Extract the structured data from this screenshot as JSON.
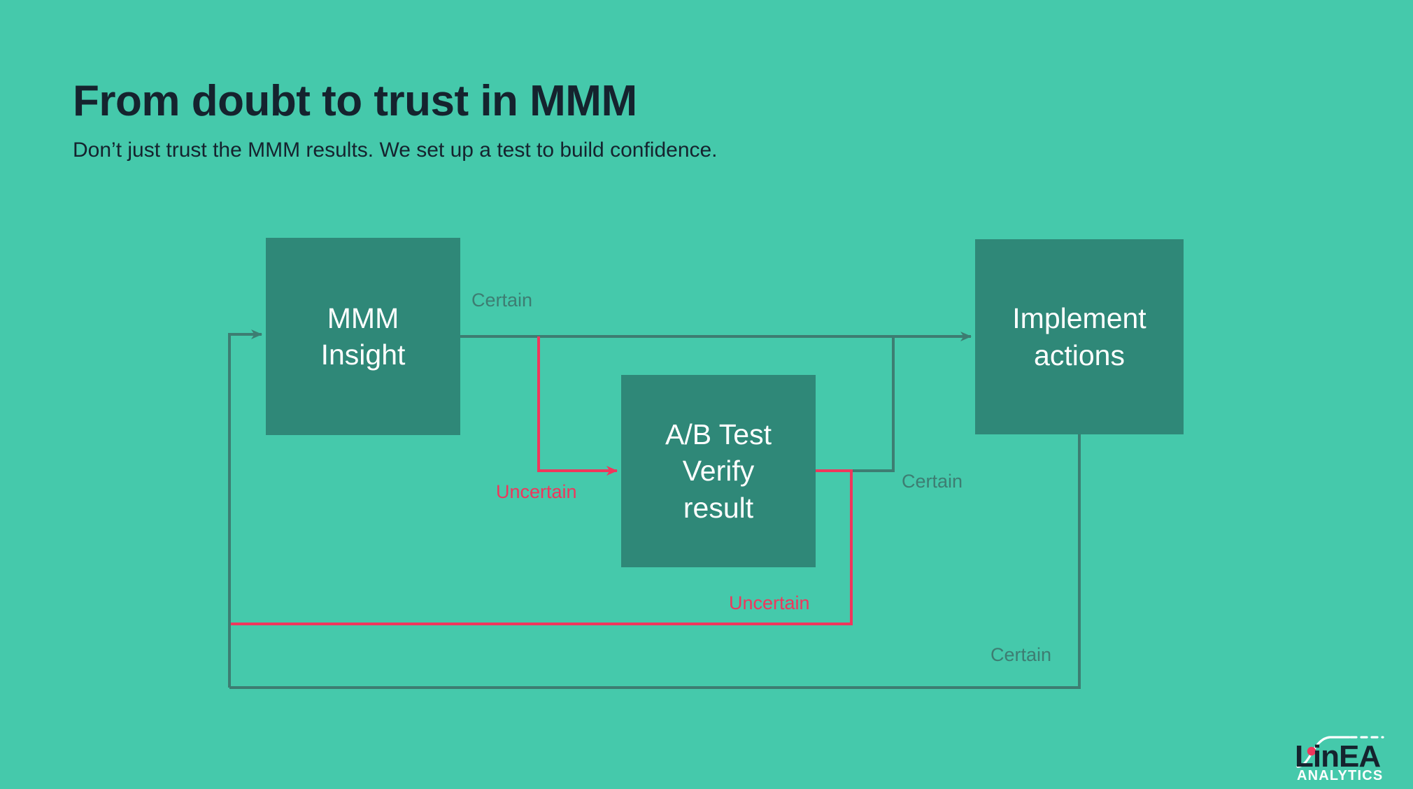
{
  "slide": {
    "background_color": "#45c9ab",
    "title": "From doubt to trust in MMM",
    "subtitle": "Don’t just trust the MMM results. We set up a test to build confidence."
  },
  "colors": {
    "background": "#45c9ab",
    "node_fill": "#2f8878",
    "node_text": "#ffffff",
    "certain_line": "#3d7d72",
    "uncertain_line": "#f0365c",
    "certain_label": "#3d7d72",
    "uncertain_label": "#f0365c",
    "heading_text": "#15232e",
    "logo_dark": "#15232e",
    "logo_light": "#ffffff",
    "logo_dot": "#f0365c"
  },
  "diagram": {
    "type": "flowchart",
    "nodes": [
      {
        "id": "mmm",
        "label": "MMM\nInsight",
        "line1": "MMM",
        "line2": "Insight",
        "line3": ""
      },
      {
        "id": "ab",
        "label": "A/B Test\nVerify\nresult",
        "line1": "A/B Test",
        "line2": "Verify",
        "line3": "result"
      },
      {
        "id": "impl",
        "label": "Implement\nactions",
        "line1": "Implement",
        "line2": "actions",
        "line3": ""
      }
    ],
    "edges": [
      {
        "from": "mmm",
        "to": "impl",
        "label": "Certain",
        "kind": "certain"
      },
      {
        "from": "mmm",
        "to": "ab",
        "label": "Uncertain",
        "kind": "uncertain"
      },
      {
        "from": "ab",
        "to": "impl",
        "label": "Certain",
        "kind": "certain"
      },
      {
        "from": "ab",
        "to": "mmm",
        "label": "Uncertain",
        "kind": "uncertain"
      },
      {
        "from": "impl",
        "to": "mmm",
        "label": "Certain",
        "kind": "certain"
      }
    ],
    "labels": {
      "certain_1": "Certain",
      "uncertain_1": "Uncertain",
      "certain_2": "Certain",
      "uncertain_2": "Uncertain",
      "certain_3": "Certain"
    }
  },
  "logo": {
    "wordmark": "LinEA",
    "subtext": "ANALYTICS"
  }
}
